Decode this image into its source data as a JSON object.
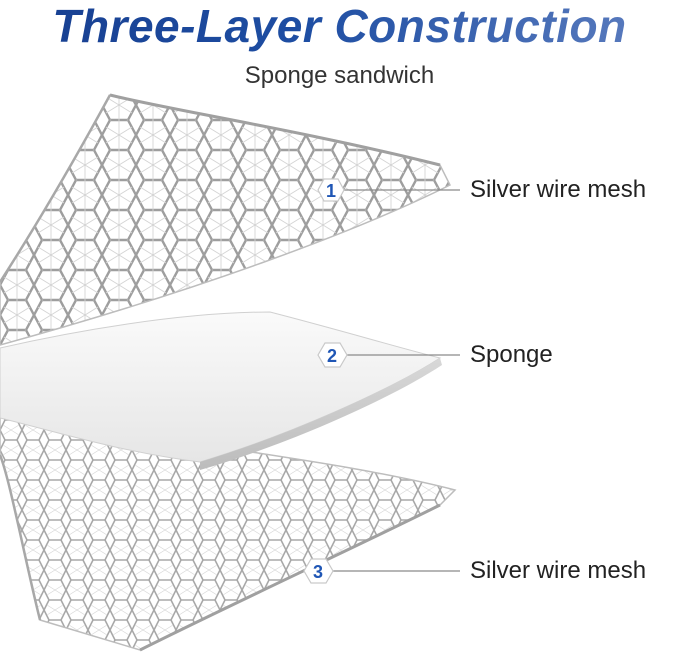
{
  "title": "Three-Layer Construction",
  "subtitle": "Sponge sandwich",
  "colors": {
    "title_dark": "#173e8f",
    "title_light": "#5f7fc0",
    "badge_number": "#1f56b5",
    "mesh_wire": "#b5b5b5",
    "sponge": "#f4f4f4"
  },
  "callouts": [
    {
      "number": "1",
      "label": "Silver wire mesh"
    },
    {
      "number": "2",
      "label": "Sponge"
    },
    {
      "number": "3",
      "label": "Silver wire mesh"
    }
  ]
}
